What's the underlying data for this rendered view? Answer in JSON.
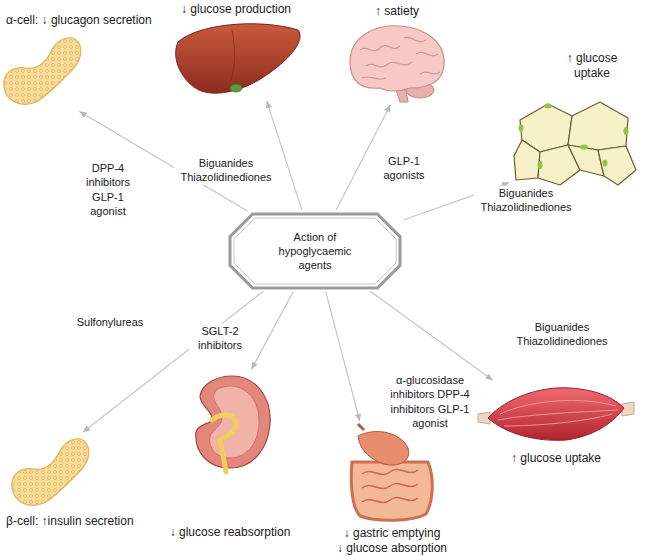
{
  "diagram": {
    "nodes": [
      {
        "text": [
          "α-cell: ↓ glucagon secretion"
        ]
      },
      {
        "text": [
          "↓ glucose production"
        ]
      },
      {
        "text": [
          "↑ satiety"
        ]
      },
      {
        "text": [
          "↑ glucose uptake"
        ]
      },
      {
        "text": [
          "Action of hypoglycaemic agents"
        ]
      },
      {
        "text": [
          "↑ glucose uptake"
        ]
      },
      {
        "text": [
          "β-cell: ↑insulin secretion"
        ]
      },
      {
        "text": [
          "↓ glucose reabsorption"
        ]
      },
      {
        "text": [
          "↓ gastric emptying",
          "↓ glucose absorption"
        ]
      }
    ],
    "edges": [
      {
        "from": 4,
        "to": 0,
        "arrow": "to",
        "label": "DPP-4 inhibitors GLP-1 agonist"
      },
      {
        "from": 4,
        "to": 1,
        "arrow": "to",
        "label": "Biguanides Thiazolidinediones"
      },
      {
        "from": 4,
        "to": 2,
        "arrow": "to",
        "label": "GLP-1 agonists"
      },
      {
        "from": 4,
        "to": 3,
        "arrow": "to",
        "label": "Biguanides Thiazolidinediones"
      },
      {
        "from": 4,
        "to": 5,
        "arrow": "to",
        "label": "Biguanides Thiazolidinediones"
      },
      {
        "from": 4,
        "to": 6,
        "arrow": "to",
        "label": "Sulfonylureas"
      },
      {
        "from": 4,
        "to": 7,
        "arrow": "to",
        "label": "SGLT-2 inhibitors"
      },
      {
        "from": 4,
        "to": 8,
        "arrow": "to",
        "label": "α-glucosidase inhibitors DPP-4 inhibitors GLP-1 agonist"
      }
    ]
  }
}
